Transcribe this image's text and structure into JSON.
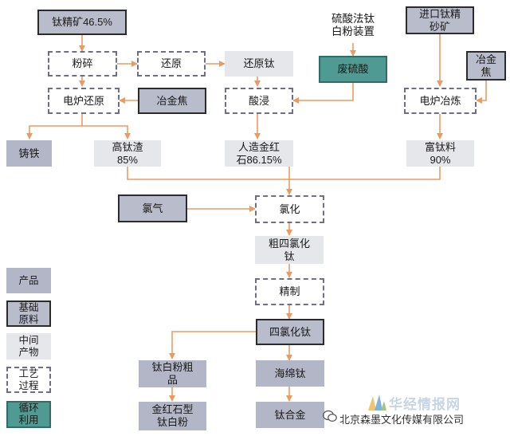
{
  "nodes": {
    "titanium_concentrate": "钛精矿46.5%",
    "sulfuric_plant": "硫酸法钛\n白粉装置",
    "imported_slag": "进口钛精\n砂矿",
    "metallurgical_coke_right": "冶金\n焦",
    "crushing": "粉碎",
    "reduction": "还原",
    "reduced_titanium": "还原钛",
    "waste_acid": "废硫酸",
    "electric_furnace_reduction": "电炉还原",
    "metallurgical_coke_left": "冶金焦",
    "acid_leaching": "酸浸",
    "electric_furnace_smelting": "电炉冶炼",
    "cast_iron": "铸铁",
    "high_ti_slag": "高钛渣\n85%",
    "synthetic_rutile": "人造金红\n石86.15%",
    "ti_rich": "富钛料\n90%",
    "chlorine": "氯气",
    "chlorination": "氯化",
    "crude_ticl4": "粗四氯化\n钛",
    "refining": "精制",
    "ticl4": "四氯化钛",
    "crude_tio2": "钛白粉粗\n品",
    "sponge_ti": "海绵钛",
    "rutile_tio2": "金红石型\n钛白粉",
    "ti_alloy": "钛合金"
  },
  "legend": {
    "product": "产品",
    "raw": "基础\n原料",
    "intermediate": "中间\n产物",
    "process": "工艺\n过程",
    "recycle": "循环\n利用"
  },
  "watermark": {
    "brand": "华经情报网",
    "company": "北京森墨文化传媒有限公司"
  },
  "colors": {
    "arrow": "#ee9a5f",
    "raw_fill": "#b9bccb",
    "product_fill": "#b3b6c6",
    "intermediate_fill": "#e6e7eb",
    "process_border": "#6e6f86",
    "recycle_fill": "#4f9a92"
  }
}
